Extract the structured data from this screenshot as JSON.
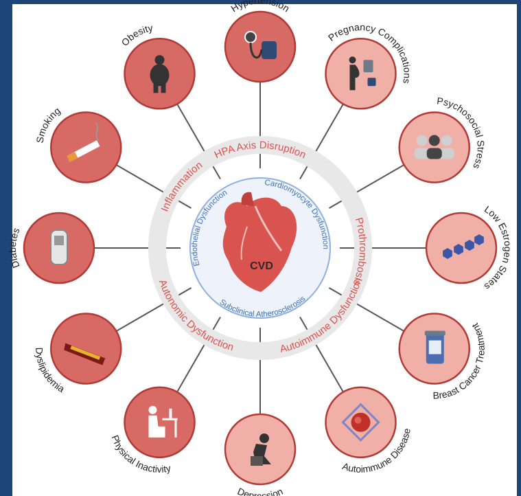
{
  "center": {
    "label": "CVD"
  },
  "mechanisms_outer": [
    {
      "label": "HPA Axis Disruption",
      "color": "#d9534f"
    },
    {
      "label": "Prothrombosis",
      "color": "#d9534f"
    },
    {
      "label": "Autoimmune Dysfunction",
      "color": "#d9534f"
    },
    {
      "label": "Autonomic Dysfunction",
      "color": "#d9534f"
    },
    {
      "label": "Inflammation",
      "color": "#d9534f"
    }
  ],
  "mechanisms_inner": [
    {
      "label": "Cardiomyocyte Dysfunction",
      "color": "#3d6fb5"
    },
    {
      "label": "Subclinical Atherosclerosis",
      "color": "#3d6fb5"
    },
    {
      "label": "Endothelial Dysfunction",
      "color": "#3d6fb5"
    }
  ],
  "risk_factors": [
    {
      "label": "Hypertension",
      "icon": "blood-pressure-monitor-icon",
      "fill": "#d86a66"
    },
    {
      "label": "Pregnancy Complications",
      "icon": "pregnant-woman-icon",
      "fill": "#f0b0a8"
    },
    {
      "label": "Psychosocial Stress",
      "icon": "people-group-icon",
      "fill": "#f0b0a8"
    },
    {
      "label": "Low Estrogen States",
      "icon": "hormone-molecule-icon",
      "fill": "#f0b0a8"
    },
    {
      "label": "Breast Cancer Treatment",
      "icon": "medication-bottle-icon",
      "fill": "#f0b0a8"
    },
    {
      "label": "Autoimmune Disease",
      "icon": "autoimmune-cell-icon",
      "fill": "#f0b0a8"
    },
    {
      "label": "Depression",
      "icon": "depressed-person-icon",
      "fill": "#f0b0a8"
    },
    {
      "label": "Physical Inactivity",
      "icon": "person-at-desk-icon",
      "fill": "#d86a66"
    },
    {
      "label": "Dyslipidemia",
      "icon": "clogged-artery-icon",
      "fill": "#d86a66"
    },
    {
      "label": "Diabetes",
      "icon": "glucose-meter-icon",
      "fill": "#d86a66"
    },
    {
      "label": "Smoking",
      "icon": "cigarette-icon",
      "fill": "#d86a66"
    },
    {
      "label": "Obesity",
      "icon": "obese-person-icon",
      "fill": "#d86a66"
    }
  ],
  "colors": {
    "background": "#1d4579",
    "outer_ring": "#e8e8e8",
    "inner_ring_stroke": "#8fb0dc",
    "heart": "#d9534f",
    "connector": "#555555"
  }
}
